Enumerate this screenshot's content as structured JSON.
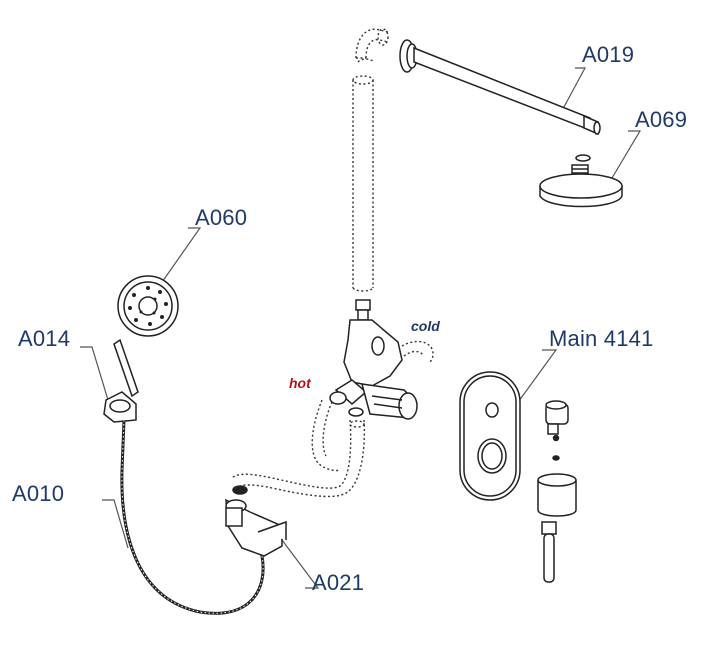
{
  "parts": {
    "a019": "A019",
    "a069": "A069",
    "a060": "A060",
    "a014": "A014",
    "main": "Main 4141",
    "a010": "A010",
    "a021": "A021"
  },
  "pipes": {
    "hot": "hot",
    "cold": "cold"
  },
  "colors": {
    "label": "#1f3a68",
    "hot": "#b0141b",
    "cold": "#1f3a68",
    "line": "#222222",
    "leader": "#555555"
  }
}
